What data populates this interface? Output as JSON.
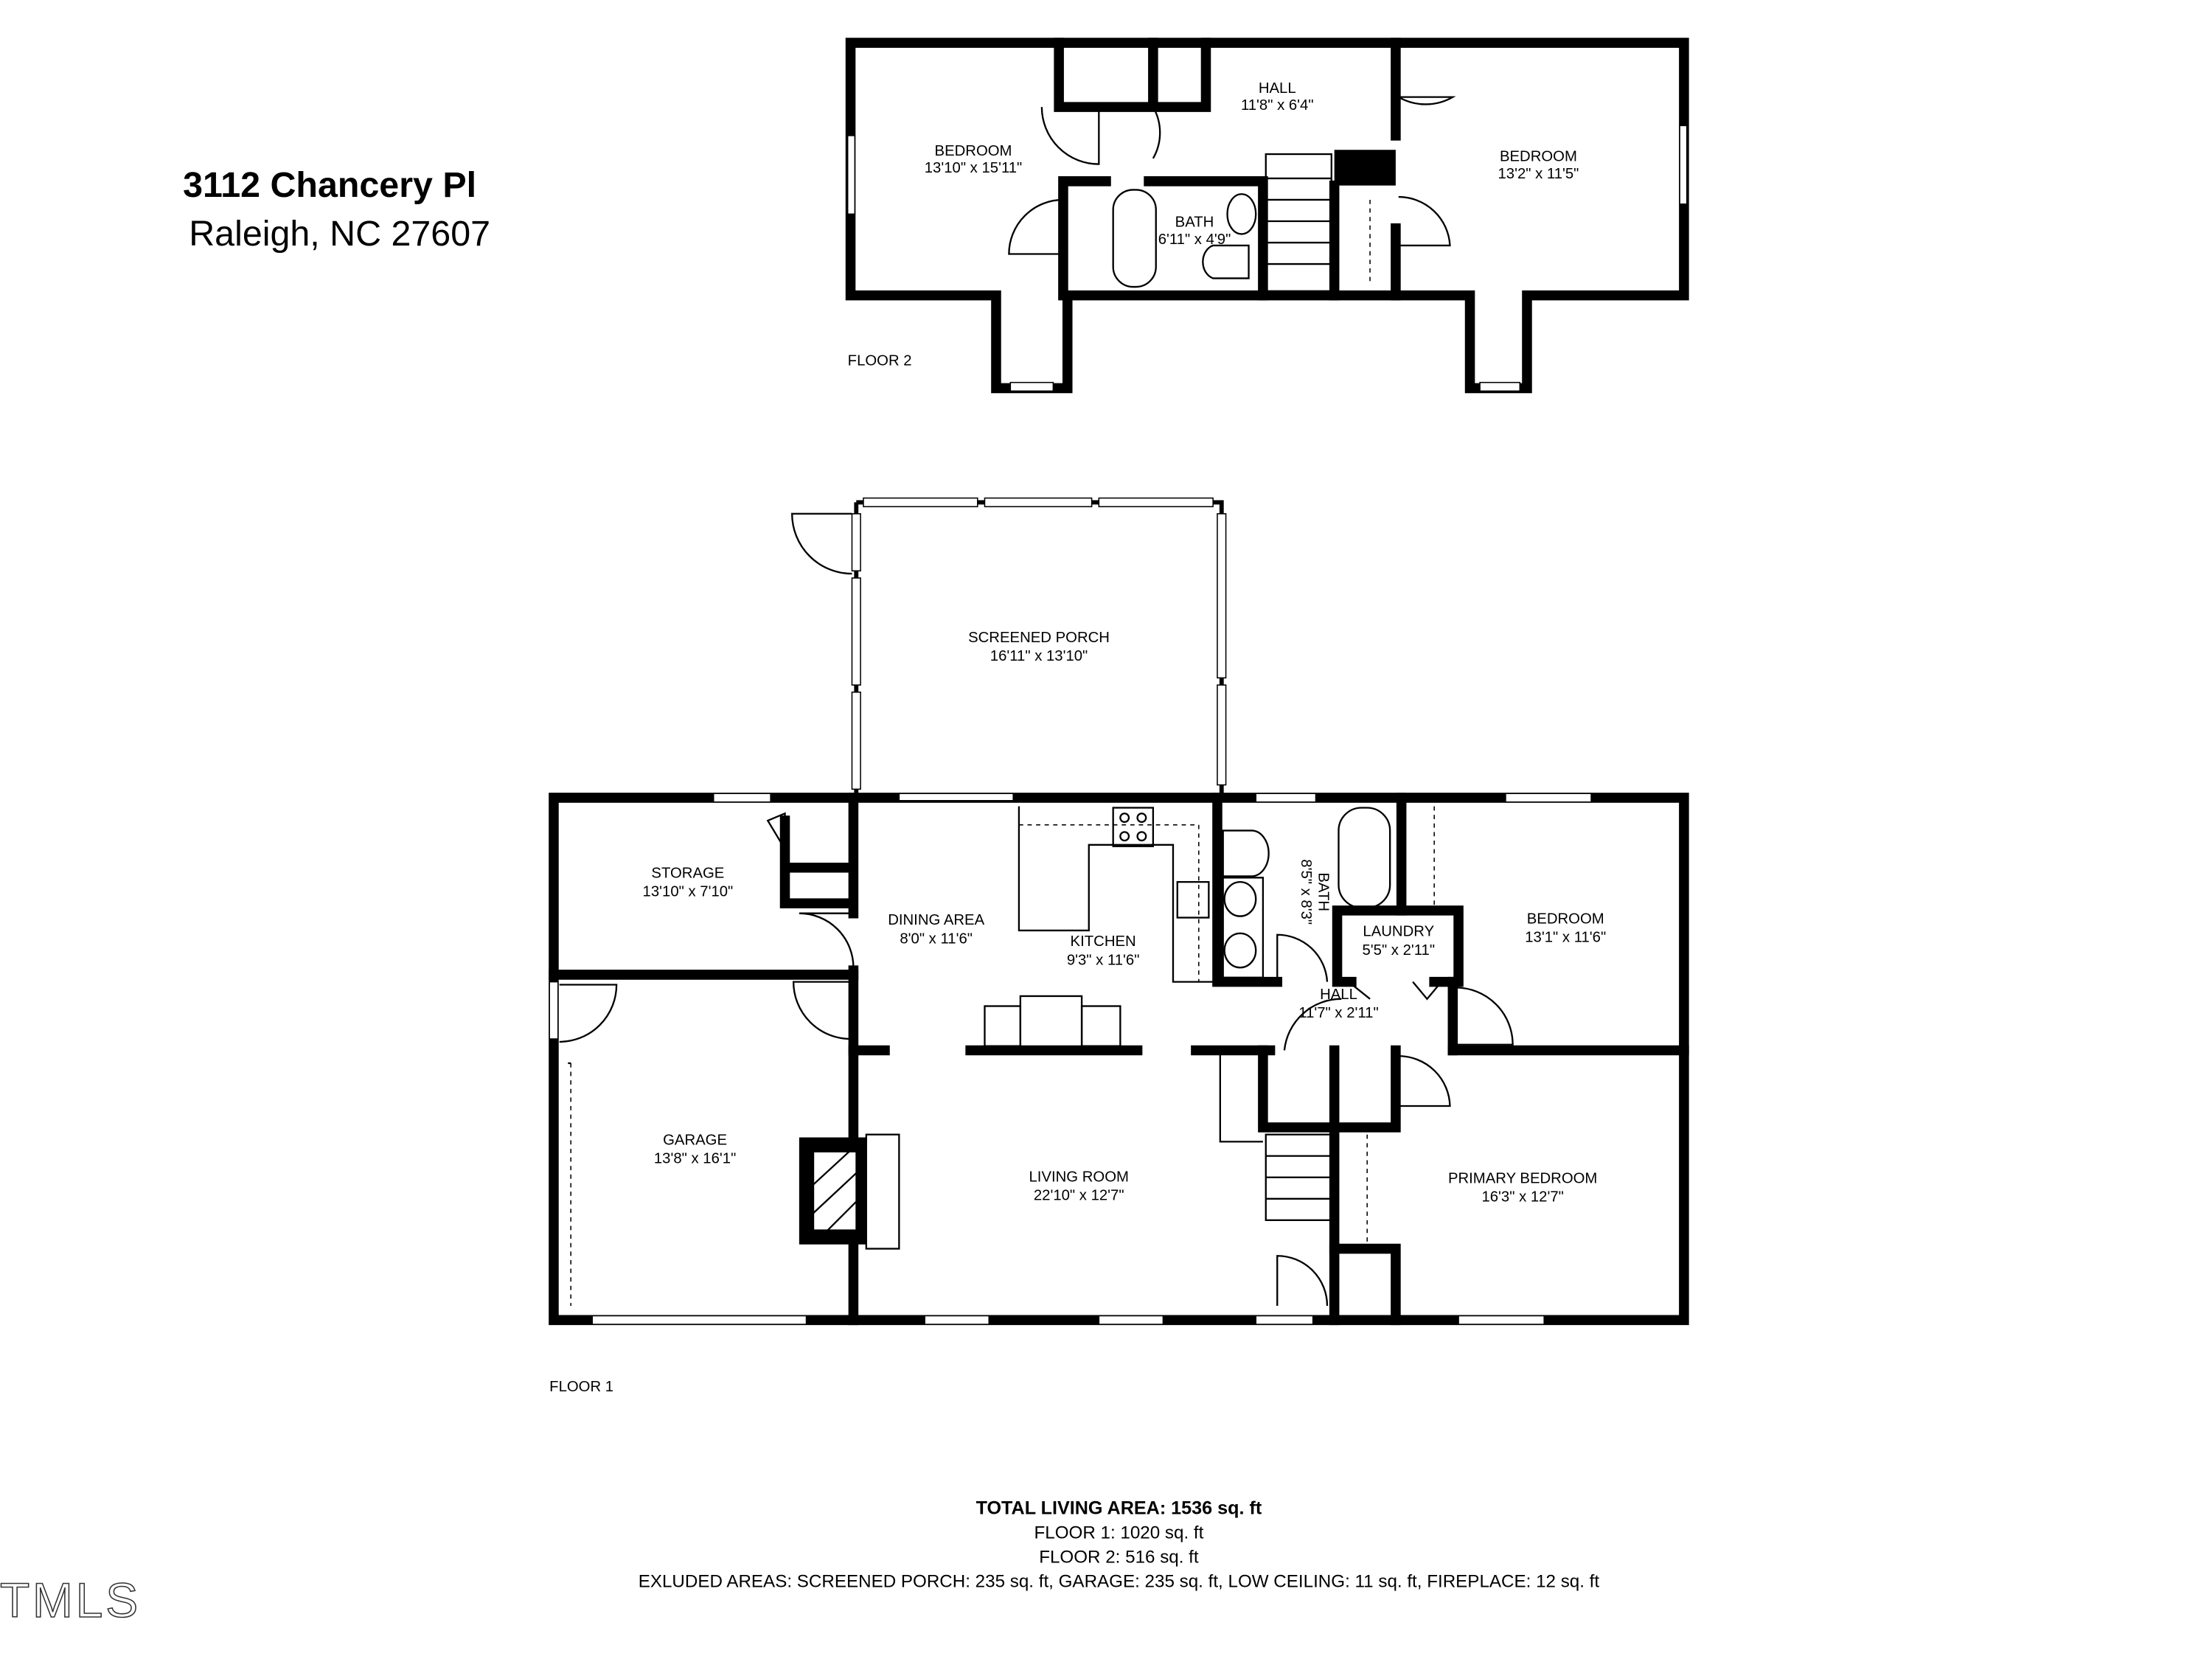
{
  "header": {
    "address_line1": "3112 Chancery Pl",
    "address_line2": "Raleigh, NC 27607"
  },
  "floor2": {
    "label": "FLOOR 2",
    "rooms": [
      {
        "name": "BEDROOM",
        "size": "13'10\" x 15'11\""
      },
      {
        "name": "HALL",
        "size": "11'8\" x 6'4\""
      },
      {
        "name": "BEDROOM",
        "size": "13'2\" x 11'5\""
      },
      {
        "name": "BATH",
        "size": "6'11\" x 4'9\""
      }
    ]
  },
  "floor1": {
    "label": "FLOOR 1",
    "rooms": [
      {
        "name": "SCREENED PORCH",
        "size": "16'11\" x 13'10\""
      },
      {
        "name": "STORAGE",
        "size": "13'10\" x 7'10\""
      },
      {
        "name": "DINING AREA",
        "size": "8'0\" x 11'6\""
      },
      {
        "name": "KITCHEN",
        "size": "9'3\" x 11'6\""
      },
      {
        "name": "BATH",
        "size": "8'5\" x 8'3\""
      },
      {
        "name": "LAUNDRY",
        "size": "5'5\" x 2'11\""
      },
      {
        "name": "BEDROOM",
        "size": "13'1\" x 11'6\""
      },
      {
        "name": "HALL",
        "size": "11'7\" x 2'11\""
      },
      {
        "name": "GARAGE",
        "size": "13'8\" x 16'1\""
      },
      {
        "name": "LIVING ROOM",
        "size": "22'10\" x 12'7\""
      },
      {
        "name": "PRIMARY BEDROOM",
        "size": "16'3\" x 12'7\""
      }
    ]
  },
  "summary": {
    "total": "TOTAL LIVING AREA: 1536 sq. ft",
    "floor1": "FLOOR 1: 1020 sq. ft",
    "floor2": "FLOOR 2: 516 sq. ft",
    "excluded": "EXLUDED AREAS: SCREENED PORCH: 235 sq. ft, GARAGE: 235 sq. ft, LOW CEILING: 11 sq. ft, FIREPLACE: 12 sq. ft"
  },
  "watermark": "TMLS"
}
